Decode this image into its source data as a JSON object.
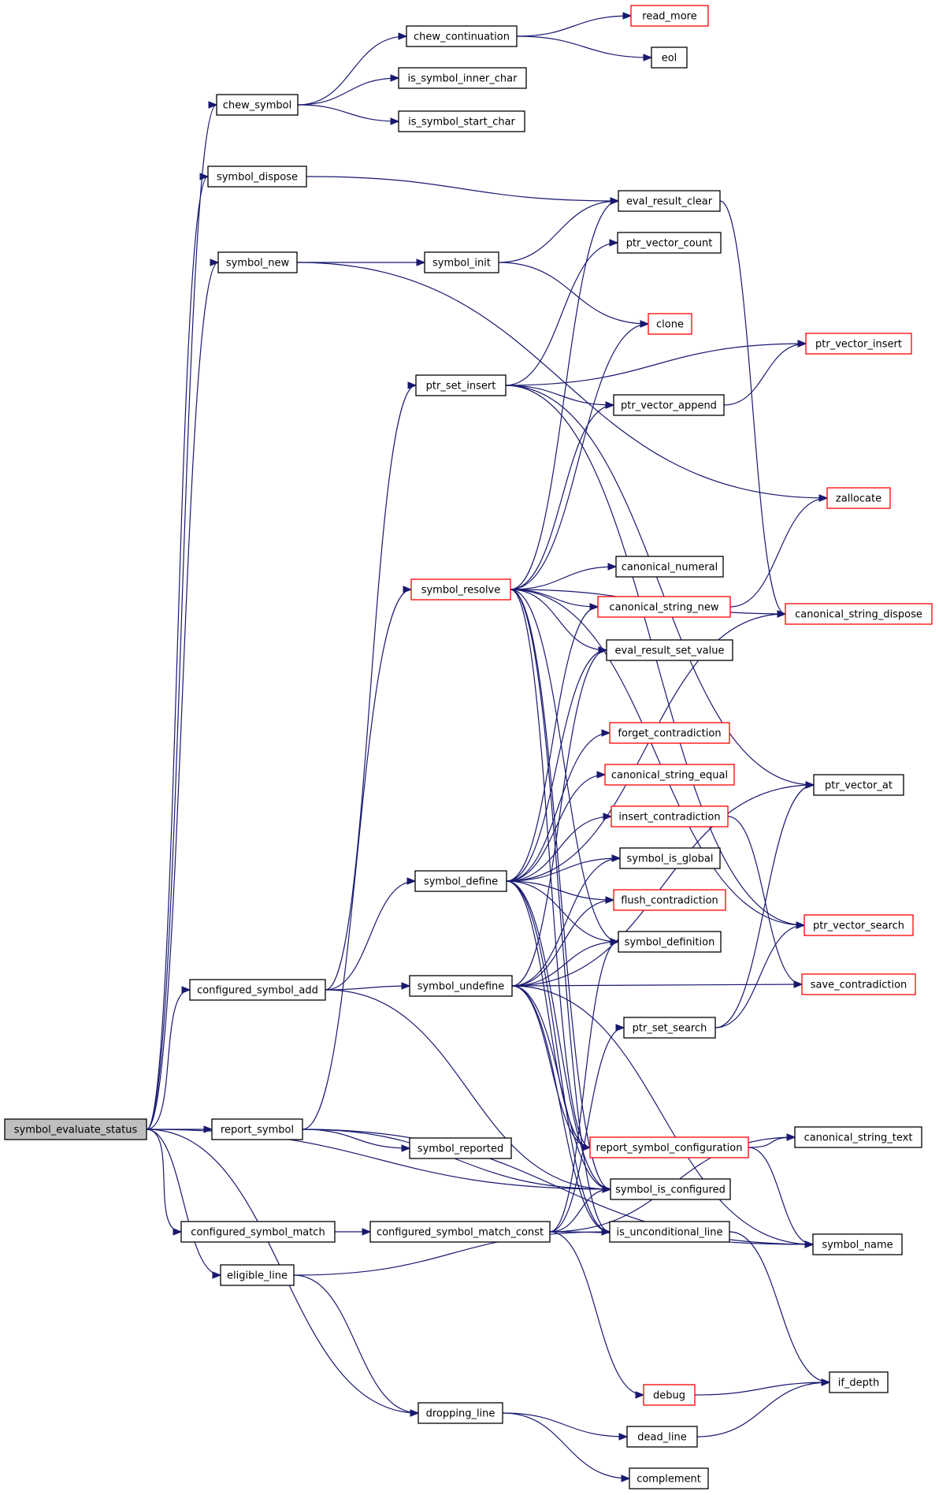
{
  "colors": {
    "edge": "#191970",
    "border_normal": "#000000",
    "border_truncated": "#ff0000",
    "root_fill": "#bfbfbf"
  },
  "nodes": [
    {
      "id": "symbol_evaluate_status",
      "label": "symbol_evaluate_status",
      "style": "root"
    },
    {
      "id": "chew_symbol",
      "label": "chew_symbol",
      "style": "normal"
    },
    {
      "id": "symbol_dispose",
      "label": "symbol_dispose",
      "style": "normal"
    },
    {
      "id": "symbol_new",
      "label": "symbol_new",
      "style": "normal"
    },
    {
      "id": "configured_symbol_add",
      "label": "configured_symbol_add",
      "style": "normal"
    },
    {
      "id": "report_symbol",
      "label": "report_symbol",
      "style": "normal"
    },
    {
      "id": "configured_symbol_match",
      "label": "configured_symbol_match",
      "style": "normal"
    },
    {
      "id": "eligible_line",
      "label": "eligible_line",
      "style": "normal"
    },
    {
      "id": "chew_continuation",
      "label": "chew_continuation",
      "style": "normal"
    },
    {
      "id": "is_symbol_inner_char",
      "label": "is_symbol_inner_char",
      "style": "normal"
    },
    {
      "id": "is_symbol_start_char",
      "label": "is_symbol_start_char",
      "style": "normal"
    },
    {
      "id": "symbol_init",
      "label": "symbol_init",
      "style": "normal"
    },
    {
      "id": "ptr_set_insert",
      "label": "ptr_set_insert",
      "style": "normal"
    },
    {
      "id": "symbol_resolve",
      "label": "symbol_resolve",
      "style": "truncated"
    },
    {
      "id": "symbol_define",
      "label": "symbol_define",
      "style": "normal"
    },
    {
      "id": "symbol_undefine",
      "label": "symbol_undefine",
      "style": "normal"
    },
    {
      "id": "symbol_reported",
      "label": "symbol_reported",
      "style": "normal"
    },
    {
      "id": "configured_symbol_match_const",
      "label": "configured_symbol_match_const",
      "style": "normal"
    },
    {
      "id": "dropping_line",
      "label": "dropping_line",
      "style": "normal"
    },
    {
      "id": "read_more",
      "label": "read_more",
      "style": "truncated"
    },
    {
      "id": "eol",
      "label": "eol",
      "style": "normal"
    },
    {
      "id": "eval_result_clear",
      "label": "eval_result_clear",
      "style": "normal"
    },
    {
      "id": "ptr_vector_count",
      "label": "ptr_vector_count",
      "style": "normal"
    },
    {
      "id": "clone",
      "label": "clone",
      "style": "truncated"
    },
    {
      "id": "ptr_vector_append",
      "label": "ptr_vector_append",
      "style": "normal"
    },
    {
      "id": "canonical_numeral",
      "label": "canonical_numeral",
      "style": "normal"
    },
    {
      "id": "canonical_string_new",
      "label": "canonical_string_new",
      "style": "truncated"
    },
    {
      "id": "eval_result_set_value",
      "label": "eval_result_set_value",
      "style": "normal"
    },
    {
      "id": "forget_contradiction",
      "label": "forget_contradiction",
      "style": "truncated"
    },
    {
      "id": "canonical_string_equal",
      "label": "canonical_string_equal",
      "style": "truncated"
    },
    {
      "id": "insert_contradiction",
      "label": "insert_contradiction",
      "style": "truncated"
    },
    {
      "id": "symbol_is_global",
      "label": "symbol_is_global",
      "style": "normal"
    },
    {
      "id": "flush_contradiction",
      "label": "flush_contradiction",
      "style": "truncated"
    },
    {
      "id": "symbol_definition",
      "label": "symbol_definition",
      "style": "normal"
    },
    {
      "id": "ptr_set_search",
      "label": "ptr_set_search",
      "style": "normal"
    },
    {
      "id": "report_symbol_configuration",
      "label": "report_symbol_configuration",
      "style": "truncated"
    },
    {
      "id": "symbol_is_configured",
      "label": "symbol_is_configured",
      "style": "normal"
    },
    {
      "id": "is_unconditional_line",
      "label": "is_unconditional_line",
      "style": "normal"
    },
    {
      "id": "debug",
      "label": "debug",
      "style": "truncated"
    },
    {
      "id": "dead_line",
      "label": "dead_line",
      "style": "normal"
    },
    {
      "id": "complement",
      "label": "complement",
      "style": "normal"
    },
    {
      "id": "ptr_vector_insert",
      "label": "ptr_vector_insert",
      "style": "truncated"
    },
    {
      "id": "zallocate",
      "label": "zallocate",
      "style": "truncated"
    },
    {
      "id": "canonical_string_dispose",
      "label": "canonical_string_dispose",
      "style": "truncated"
    },
    {
      "id": "ptr_vector_at",
      "label": "ptr_vector_at",
      "style": "normal"
    },
    {
      "id": "ptr_vector_search",
      "label": "ptr_vector_search",
      "style": "truncated"
    },
    {
      "id": "save_contradiction",
      "label": "save_contradiction",
      "style": "truncated"
    },
    {
      "id": "canonical_string_text",
      "label": "canonical_string_text",
      "style": "normal"
    },
    {
      "id": "symbol_name",
      "label": "symbol_name",
      "style": "normal"
    },
    {
      "id": "if_depth",
      "label": "if_depth",
      "style": "normal"
    }
  ],
  "edges": [
    [
      "symbol_evaluate_status",
      "chew_symbol"
    ],
    [
      "symbol_evaluate_status",
      "symbol_dispose"
    ],
    [
      "symbol_evaluate_status",
      "symbol_new"
    ],
    [
      "symbol_evaluate_status",
      "configured_symbol_add"
    ],
    [
      "symbol_evaluate_status",
      "report_symbol"
    ],
    [
      "symbol_evaluate_status",
      "symbol_is_configured"
    ],
    [
      "symbol_evaluate_status",
      "configured_symbol_match"
    ],
    [
      "symbol_evaluate_status",
      "eligible_line"
    ],
    [
      "symbol_evaluate_status",
      "dropping_line"
    ],
    [
      "chew_symbol",
      "chew_continuation"
    ],
    [
      "chew_symbol",
      "is_symbol_inner_char"
    ],
    [
      "chew_symbol",
      "is_symbol_start_char"
    ],
    [
      "chew_continuation",
      "read_more"
    ],
    [
      "chew_continuation",
      "eol"
    ],
    [
      "symbol_dispose",
      "eval_result_clear"
    ],
    [
      "symbol_new",
      "symbol_init"
    ],
    [
      "symbol_new",
      "zallocate"
    ],
    [
      "symbol_init",
      "eval_result_clear"
    ],
    [
      "symbol_init",
      "clone"
    ],
    [
      "eval_result_clear",
      "canonical_string_dispose"
    ],
    [
      "configured_symbol_add",
      "ptr_set_insert"
    ],
    [
      "configured_symbol_add",
      "symbol_define"
    ],
    [
      "configured_symbol_add",
      "symbol_undefine"
    ],
    [
      "configured_symbol_add",
      "symbol_is_configured"
    ],
    [
      "ptr_set_insert",
      "ptr_vector_count"
    ],
    [
      "ptr_set_insert",
      "ptr_vector_append"
    ],
    [
      "ptr_set_insert",
      "ptr_vector_insert"
    ],
    [
      "ptr_set_insert",
      "ptr_vector_at"
    ],
    [
      "ptr_set_insert",
      "ptr_vector_search"
    ],
    [
      "ptr_vector_append",
      "ptr_vector_insert"
    ],
    [
      "report_symbol",
      "symbol_resolve"
    ],
    [
      "report_symbol",
      "symbol_reported"
    ],
    [
      "report_symbol",
      "symbol_is_configured"
    ],
    [
      "report_symbol",
      "symbol_name"
    ],
    [
      "symbol_resolve",
      "eval_result_clear"
    ],
    [
      "symbol_resolve",
      "clone"
    ],
    [
      "symbol_resolve",
      "ptr_vector_append"
    ],
    [
      "symbol_resolve",
      "canonical_numeral"
    ],
    [
      "symbol_resolve",
      "canonical_string_new"
    ],
    [
      "symbol_resolve",
      "eval_result_set_value"
    ],
    [
      "symbol_resolve",
      "canonical_string_dispose"
    ],
    [
      "symbol_resolve",
      "symbol_definition"
    ],
    [
      "symbol_resolve",
      "symbol_is_configured"
    ],
    [
      "symbol_resolve",
      "is_unconditional_line"
    ],
    [
      "symbol_resolve",
      "report_symbol_configuration"
    ],
    [
      "symbol_resolve",
      "ptr_vector_search"
    ],
    [
      "canonical_string_new",
      "zallocate"
    ],
    [
      "symbol_define",
      "canonical_string_new"
    ],
    [
      "symbol_define",
      "eval_result_set_value"
    ],
    [
      "symbol_define",
      "canonical_string_dispose"
    ],
    [
      "symbol_define",
      "forget_contradiction"
    ],
    [
      "symbol_define",
      "canonical_string_equal"
    ],
    [
      "symbol_define",
      "insert_contradiction"
    ],
    [
      "symbol_define",
      "symbol_is_global"
    ],
    [
      "symbol_define",
      "flush_contradiction"
    ],
    [
      "symbol_define",
      "symbol_definition"
    ],
    [
      "symbol_define",
      "report_symbol_configuration"
    ],
    [
      "symbol_define",
      "symbol_is_configured"
    ],
    [
      "symbol_define",
      "is_unconditional_line"
    ],
    [
      "insert_contradiction",
      "save_contradiction"
    ],
    [
      "symbol_undefine",
      "eval_result_set_value"
    ],
    [
      "symbol_undefine",
      "symbol_is_global"
    ],
    [
      "symbol_undefine",
      "flush_contradiction"
    ],
    [
      "symbol_undefine",
      "symbol_definition"
    ],
    [
      "symbol_undefine",
      "ptr_vector_at"
    ],
    [
      "symbol_undefine",
      "save_contradiction"
    ],
    [
      "symbol_undefine",
      "report_symbol_configuration"
    ],
    [
      "symbol_undefine",
      "symbol_is_configured"
    ],
    [
      "symbol_undefine",
      "is_unconditional_line"
    ],
    [
      "symbol_undefine",
      "symbol_name"
    ],
    [
      "configured_symbol_match",
      "configured_symbol_match_const"
    ],
    [
      "configured_symbol_match_const",
      "ptr_set_search"
    ],
    [
      "configured_symbol_match_const",
      "symbol_definition"
    ],
    [
      "configured_symbol_match_const",
      "symbol_is_configured"
    ],
    [
      "configured_symbol_match_const",
      "debug"
    ],
    [
      "configured_symbol_match_const",
      "symbol_name"
    ],
    [
      "configured_symbol_match_const",
      "canonical_string_text"
    ],
    [
      "ptr_set_search",
      "ptr_vector_at"
    ],
    [
      "ptr_set_search",
      "ptr_vector_search"
    ],
    [
      "report_symbol_configuration",
      "canonical_string_text"
    ],
    [
      "report_symbol_configuration",
      "symbol_name"
    ],
    [
      "eligible_line",
      "is_unconditional_line"
    ],
    [
      "eligible_line",
      "dropping_line"
    ],
    [
      "is_unconditional_line",
      "if_depth"
    ],
    [
      "debug",
      "if_depth"
    ],
    [
      "dropping_line",
      "dead_line"
    ],
    [
      "dropping_line",
      "complement"
    ],
    [
      "dead_line",
      "if_depth"
    ]
  ]
}
